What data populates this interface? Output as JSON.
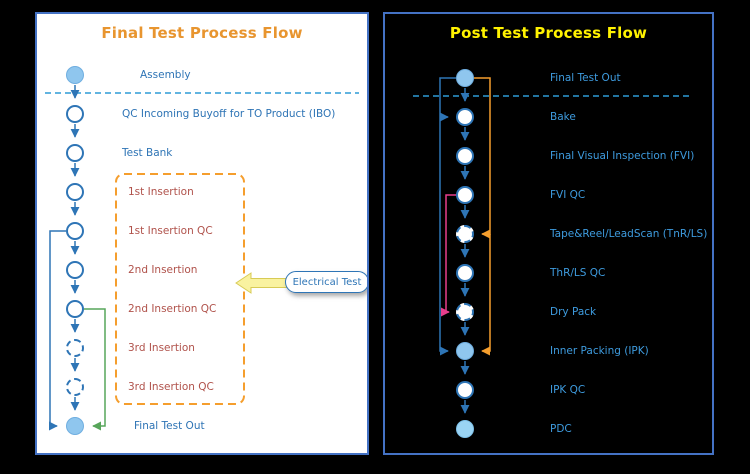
{
  "left_panel": {
    "title": "Final Test Process Flow",
    "callout": "Electrical Test",
    "steps": [
      "Assembly",
      "QC Incoming Buyoff for TO Product (IBO)",
      "Test Bank",
      "1st Insertion",
      "1st Insertion QC",
      "2nd Insertion",
      "2nd Insertion QC",
      "3rd Insertion",
      "3rd Insertion QC",
      "Final Test Out"
    ]
  },
  "right_panel": {
    "title": "Post Test Process Flow",
    "steps": [
      "Final Test Out",
      "Bake",
      "Final Visual Inspection (FVI)",
      "FVI QC",
      "Tape&Reel/LeadScan (TnR/LS)",
      "ThR/LS QC",
      "Dry Pack",
      "Inner Packing (IPK)",
      "IPK QC",
      "PDC"
    ]
  },
  "colors": {
    "panel_border": "#4472C4",
    "left_title": "#E8952F",
    "right_title": "#FFF200",
    "step_label_left": "#2E74B5",
    "step_label_right": "#3E9BDE",
    "insertion_label": "#B0524B",
    "node_fill": "#8FC6EE",
    "node_ring": "#2E75B6",
    "connector_blue": "#2E75B6",
    "connector_green": "#57A55A",
    "connector_orange": "#F59E2D",
    "connector_pink": "#E83E8C",
    "insertion_box": "#F59E2D",
    "callout_arrow_fill": "#F9F2A0"
  }
}
